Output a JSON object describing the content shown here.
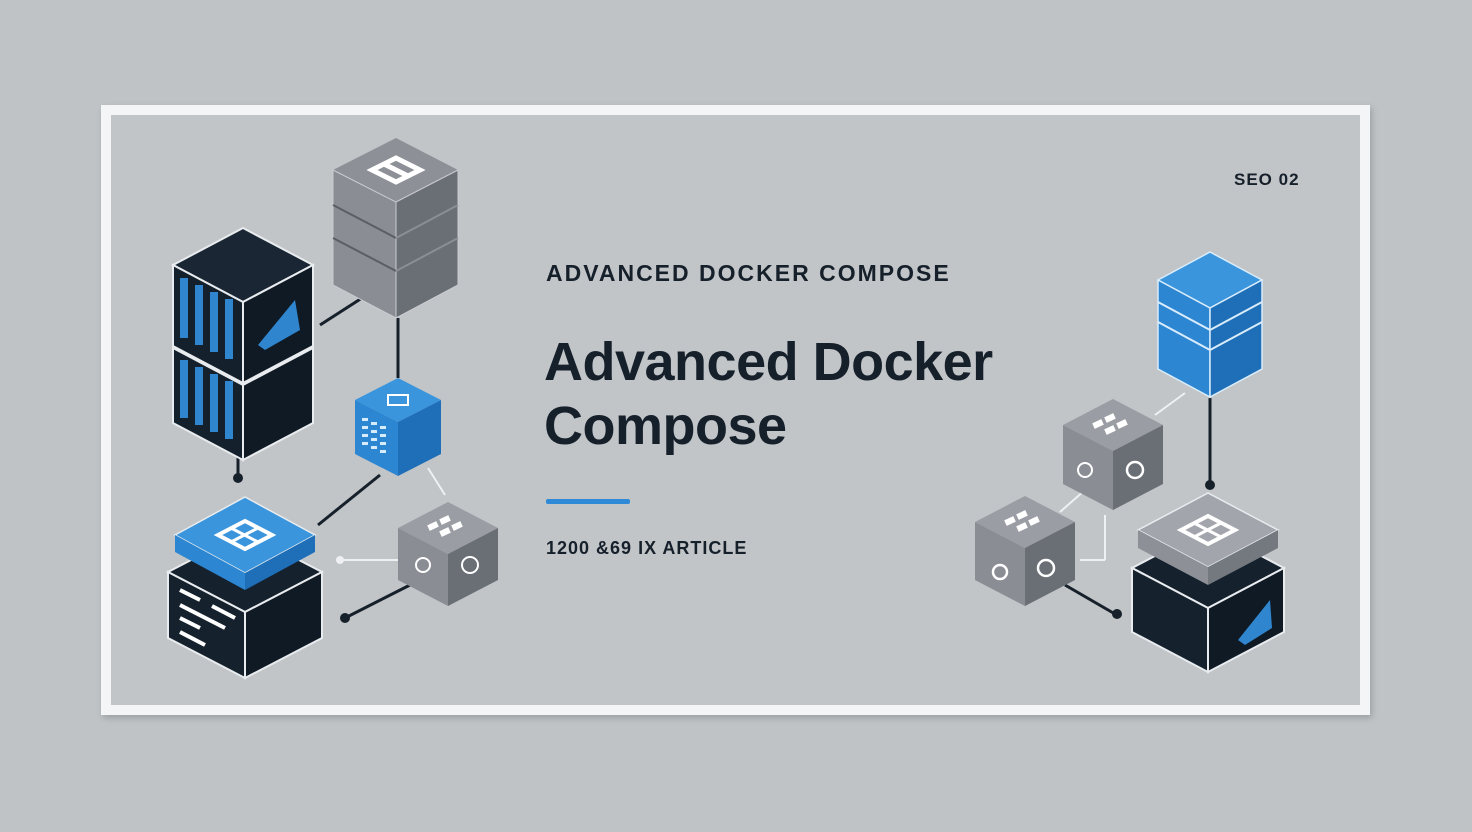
{
  "banner": {
    "badge": "SEO 02",
    "kicker": "ADVANCED DOCKER COMPOSE",
    "title": "Advanced Docker Compose",
    "meta": "1200 &69 IX ARTICLE"
  },
  "colors": {
    "background": "#bfc3c6",
    "card": "#c2c5c8",
    "frame": "#f4f5f6",
    "text": "#16202b",
    "accent": "#2e8ad6",
    "dark_cube": "#14202c",
    "gray_cube": "#8a8d93"
  },
  "illustration": {
    "left_group": [
      "dark-container-stack",
      "gray-server-stack",
      "blue-service-cube",
      "blue-grid-cube-on-dark-base",
      "gray-gear-cube"
    ],
    "right_group": [
      "blue-database-stack",
      "gray-gear-cube",
      "gray-gear-cube",
      "gray-grid-cube-on-dark-base"
    ]
  }
}
